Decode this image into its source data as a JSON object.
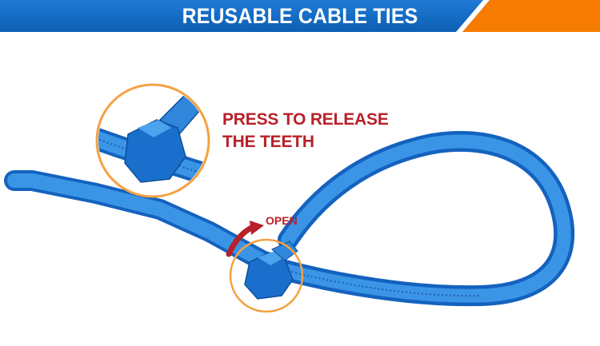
{
  "banner": {
    "title": "REUSABLE CABLE TIES",
    "colors": {
      "blue": "#1565c0",
      "orange": "#f57c00"
    }
  },
  "callout": {
    "line1": "PRESS TO RELEASE",
    "line2": "THE TEETH",
    "color": "#b8202a"
  },
  "open_label": "OPEN",
  "product": {
    "tie_color": "#1e88e5",
    "circle_color": "#f5a142"
  }
}
